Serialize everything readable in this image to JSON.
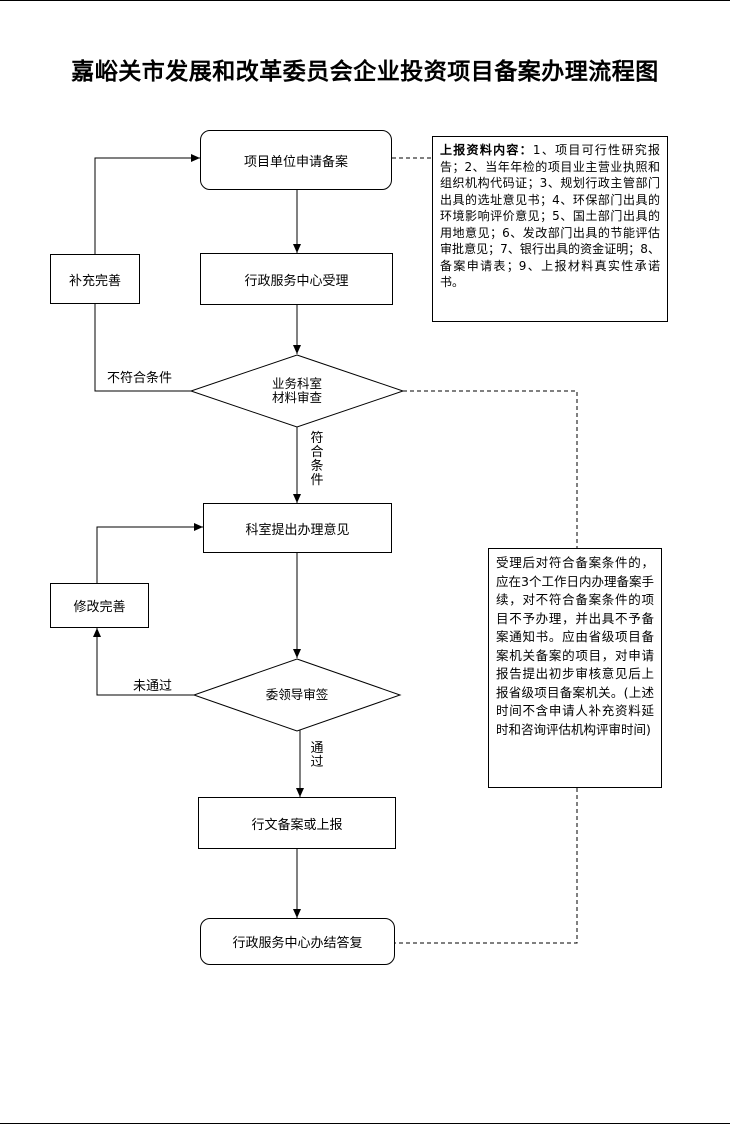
{
  "title": "嘉峪关市发展和改革委员会企业投资项目备案办理流程图",
  "nodes": {
    "apply": "项目单位申请备案",
    "accept": "行政服务中心受理",
    "review_line1": "业务科室",
    "review_line2": "材料审查",
    "opinion": "科室提出办理意见",
    "committee": "委领导审签",
    "report": "行文备案或上报",
    "reply": "行政服务中心办结答复",
    "supplement": "补充完善",
    "revise": "修改完善"
  },
  "edges": {
    "not_qualified": "不符合条件",
    "qualified": [
      "符",
      "合",
      "条",
      "件"
    ],
    "not_passed": "未通过",
    "passed": [
      "通",
      "过"
    ]
  },
  "notes": {
    "materials_heading": "上报资料内容：",
    "materials_body": "1、项目可行性研究报告；2、当年年检的项目业主营业执照和组织机构代码证；3、规划行政主管部门出具的选址意见书；4、环保部门出具的环境影响评价意见；5、国土部门出具的用地意见；6、发改部门出具的节能评估审批意见；7、银行出具的资金证明；8、备案申请表；9、上报材料真实性承诺书。",
    "timing_body": "受理后对符合备案条件的，应在3个工作日内办理备案手续，对不符合备案条件的项目不予办理，并出具不予备案通知书。应由省级项目备案机关备案的项目，对申请报告提出初步审核意见后上报省级项目备案机关。(上述时间不含申请人补充资料延时和咨询评估机构评审时间)"
  }
}
